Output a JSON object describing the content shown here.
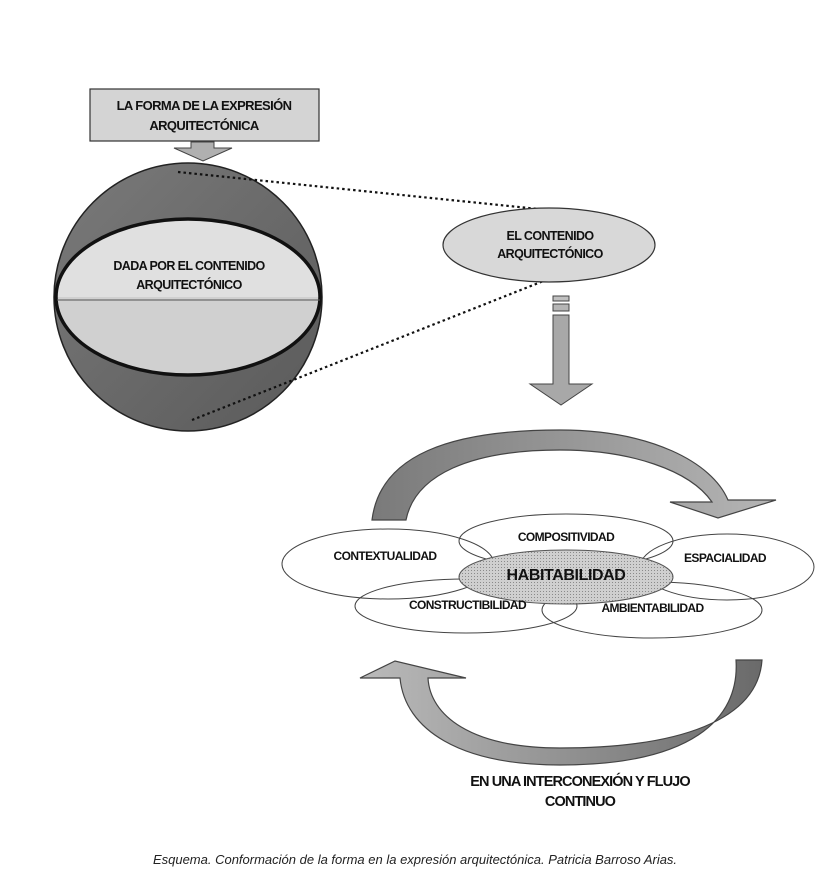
{
  "top_box": {
    "line1": "LA FORMA DE LA EXPRESIÓN",
    "line2": "ARQUITECTÓNICA"
  },
  "sphere": {
    "line1": "DADA POR EL CONTENIDO",
    "line2": "ARQUITECTÓNICO"
  },
  "content_ellipse": {
    "line1": "EL CONTENIDO",
    "line2": "ARQUITECTÓNICO"
  },
  "nodes": {
    "contextualidad": "CONTEXTUALIDAD",
    "compositividad": "COMPOSITIVIDAD",
    "espacialidad": "ESPACIALIDAD",
    "habitabilidad": "HABITABILIDAD",
    "constructibilidad": "CONSTRUCTIBILIDAD",
    "ambientabilidad": "AMBIENTABILIDAD"
  },
  "bottom_text": {
    "line1": "EN UNA  INTERCONEXIÓN Y FLUJO",
    "line2": "CONTINUO"
  },
  "caption": "Esquema. Conformación de la forma en la expresión arquitectónica. Patricia Barroso Arias.",
  "colors": {
    "box_fill": "#d4d4d4",
    "sphere_dark": "#6a6a6a",
    "sphere_light": "#d6d6d6",
    "ellipse_fill": "#d8d8d8",
    "arrow_gray": "#a9a9a9",
    "arrow_dark": "#6e6e6e",
    "center_fill": "#bdbdbd"
  }
}
